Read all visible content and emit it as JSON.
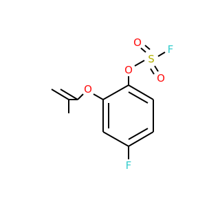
{
  "molecule": {
    "atoms": {
      "F_sulfonyl": "F",
      "O_sulfonyl_top": "O",
      "S": "S",
      "O_sulfonyl_bottom": "O",
      "O_ester": "O",
      "O_ether": "O",
      "F_ring": "F"
    },
    "colors": {
      "bond": "#000000",
      "oxygen": "#ff0d0d",
      "sulfur": "#b2b200",
      "fluorine": "#33cccc"
    }
  }
}
